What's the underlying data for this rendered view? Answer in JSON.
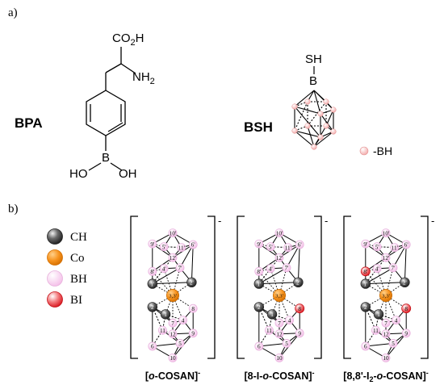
{
  "panels": {
    "a": {
      "label": "a)"
    },
    "b": {
      "label": "b)"
    }
  },
  "bpa": {
    "name": "BPA",
    "acid_a": "CO",
    "acid_sub": "2",
    "acid_b": "H",
    "amine_a": "NH",
    "amine_sub": "2",
    "boron": "B",
    "ho_left": "HO",
    "oh_right": "OH"
  },
  "bsh": {
    "name": "BSH",
    "thiol": "SH",
    "boron": "B",
    "bh_legend": "-BH"
  },
  "legend": [
    {
      "key": "ch",
      "label": "CH",
      "color": "#4a4a4a"
    },
    {
      "key": "co",
      "label": "Co",
      "color": "#f7931e"
    },
    {
      "key": "bh",
      "label": "BH",
      "color": "#f9c9ee"
    },
    {
      "key": "bi",
      "label": "BI",
      "color": "#e8262b"
    }
  ],
  "cosan": {
    "charge": "-",
    "cobalt_label": "3,3'",
    "upper_numbers": [
      "10'",
      "9'",
      "5'",
      "11'",
      "6'",
      "12'",
      "8'",
      "4'",
      "7'",
      "1'",
      "2'"
    ],
    "lower_numbers": [
      "8",
      "2",
      "1",
      "7",
      "4",
      "9",
      "5",
      "12",
      "11",
      "6",
      "10"
    ],
    "captions": [
      {
        "open": "[",
        "it": "o",
        "rest": "-COSAN]",
        "sup": "-"
      },
      {
        "open": "[8-I-",
        "it": "o",
        "rest": "-COSAN]",
        "sup": "-"
      },
      {
        "open": "[8,8'-I",
        "sub": "2",
        "mid": "-",
        "it": "o",
        "rest": "-COSAN]",
        "sup": "-"
      }
    ]
  }
}
